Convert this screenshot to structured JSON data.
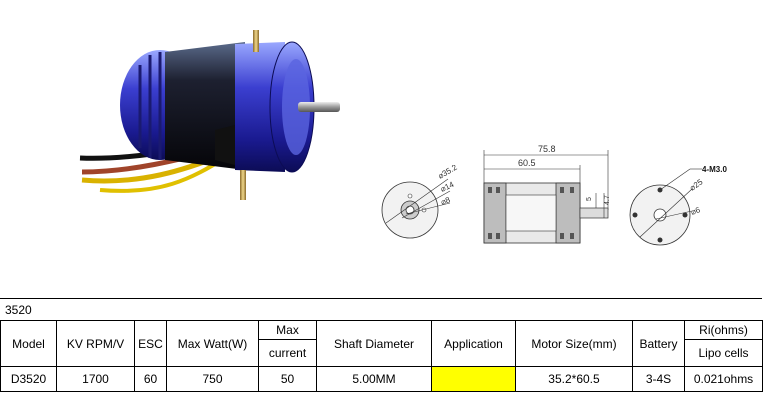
{
  "drawing": {
    "front_d1": "⌀35.2",
    "front_d2": "⌀14",
    "front_d3": "⌀8",
    "length_total": "75.8",
    "length_body": "60.5",
    "shaft_5": "5",
    "shaft_47": "4.7",
    "rear_holes": "4-M3.0",
    "rear_d25": "⌀25",
    "rear_d6": "⌀6"
  },
  "table": {
    "title": "3520",
    "headers": {
      "model": "Model",
      "kv": "KV RPM/V",
      "esc": "ESC",
      "max_watt": "Max Watt(W)",
      "max_current_top": "Max",
      "max_current_bottom": "current",
      "shaft": "Shaft Diameter",
      "application": "Application",
      "motor_size": "Motor Size(mm)",
      "battery": "Battery",
      "ri_top": "Ri(ohms)",
      "ri_bottom": "Lipo cells"
    },
    "row": {
      "model": "D3520",
      "kv": "1700",
      "esc": "60",
      "max_watt": "750",
      "max_current": "50",
      "shaft": "5.00MM",
      "application": "",
      "motor_size": "35.2*60.5",
      "battery": "3-4S",
      "ri": "0.021ohms"
    },
    "application_color": "#ffff00"
  }
}
